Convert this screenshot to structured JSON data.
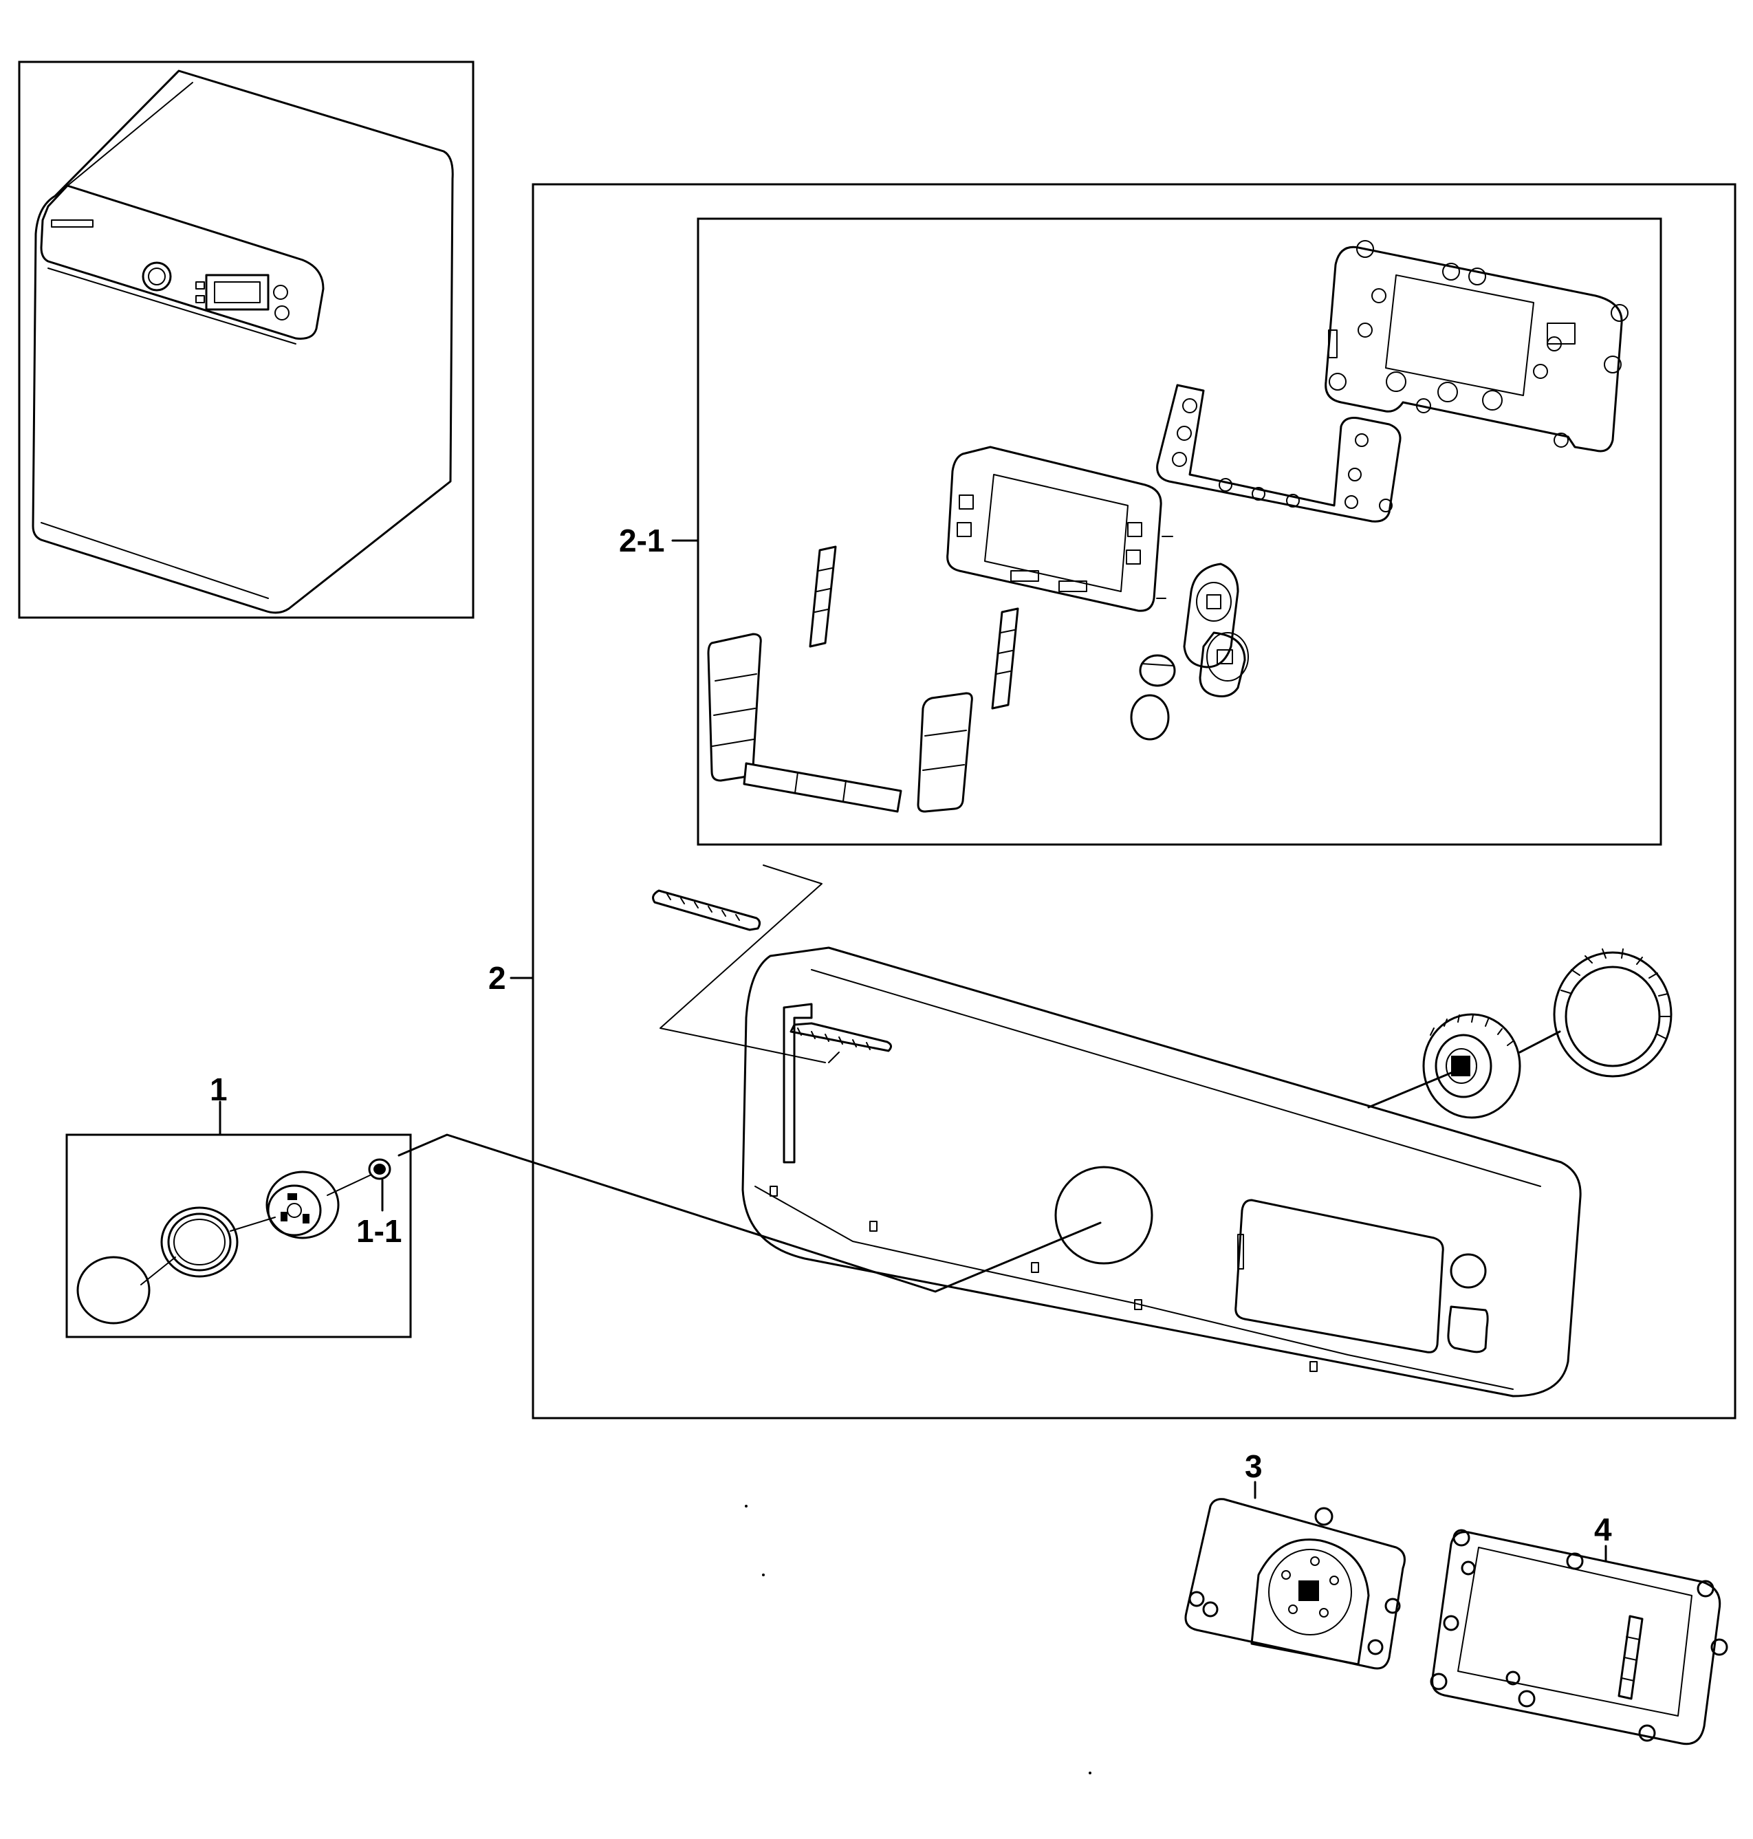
{
  "callouts": {
    "part_1": "1",
    "part_1_1": "1-1",
    "part_2": "2",
    "part_2_1": "2-1",
    "part_3": "3",
    "part_4": "4"
  }
}
